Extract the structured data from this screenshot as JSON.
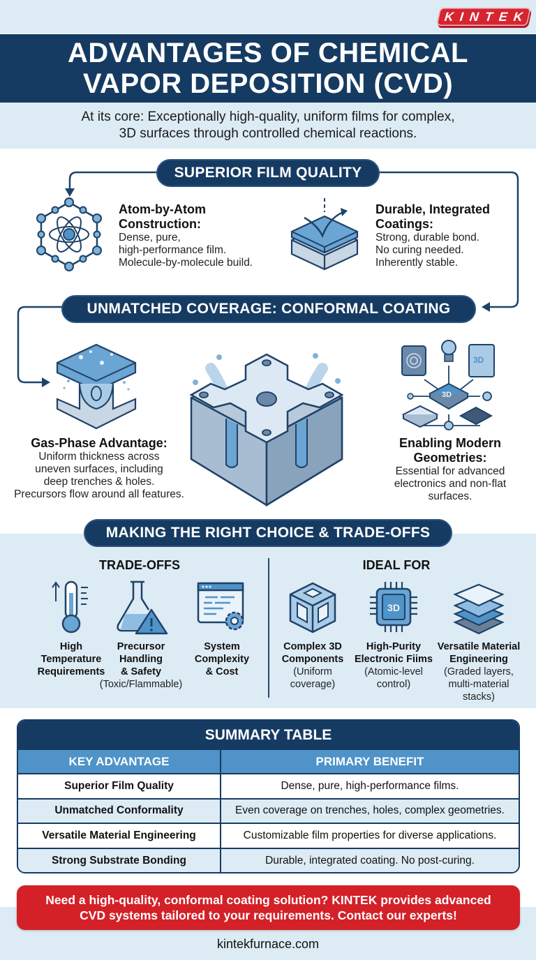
{
  "brand": {
    "logo_text": "KINTEK",
    "accent_red": "#d42027",
    "navy": "#163b63",
    "light_blue": "#dcebf4",
    "table_header_blue": "#4f93c8"
  },
  "header": {
    "title_line1": "ADVANTAGES OF CHEMICAL",
    "title_line2": "VAPOR DEPOSITION (CVD)",
    "subtitle_line1": "At its core: Exceptionally high-quality, uniform films for complex,",
    "subtitle_line2": "3D surfaces through controlled chemical reactions."
  },
  "section1": {
    "pill": "SUPERIOR FILM QUALITY",
    "features": [
      {
        "icon": "atom-lattice-icon",
        "title_line1": "Atom-by-Atom",
        "title_line2": "Construction:",
        "body": [
          "Dense, pure,",
          "high-performance film.",
          "Molecule-by-molecule build."
        ]
      },
      {
        "icon": "layered-coating-icon",
        "title_line1": "Durable, Integrated",
        "title_line2": "Coatings:",
        "body": [
          "Strong, durable bond.",
          "No curing needed.",
          "Inherently stable."
        ]
      }
    ]
  },
  "section2": {
    "pill": "UNMATCHED COVERAGE: CONFORMAL COATING",
    "features": [
      {
        "icon": "gas-flow-trench-icon",
        "title": "Gas-Phase Advantage:",
        "body": [
          "Uniform thickness across",
          "uneven surfaces, including",
          "deep trenches & holes.",
          "Precursors flow around all features."
        ]
      },
      {
        "icon": "conformal-3d-block-icon"
      },
      {
        "icon": "electronics-network-icon",
        "title_line1": "Enabling Modern",
        "title_line2": "Geometries:",
        "body": [
          "Essential for advanced",
          "electronics and non-flat",
          "surfaces."
        ]
      }
    ]
  },
  "section3": {
    "pill": "MAKING THE RIGHT CHOICE & TRADE-OFFS",
    "tradeoffs": {
      "heading": "TRADE-OFFS",
      "items": [
        {
          "icon": "thermometer-icon",
          "lines": [
            "High",
            "Temperature",
            "Requirements"
          ],
          "sub": ""
        },
        {
          "icon": "flask-warning-icon",
          "lines": [
            "Precursor",
            "Handling",
            "& Safety"
          ],
          "sub": "(Toxic/Flammable)"
        },
        {
          "icon": "window-gear-icon",
          "lines": [
            "System",
            "Complexity",
            "& Cost"
          ],
          "sub": ""
        }
      ]
    },
    "ideal_for": {
      "heading": "IDEAL FOR",
      "items": [
        {
          "icon": "3d-cube-icon",
          "lines": [
            "Complex 3D",
            "Components"
          ],
          "sub": [
            "(Uniform",
            "coverage)"
          ]
        },
        {
          "icon": "3d-chip-icon",
          "lines": [
            "High-Purity",
            "Electronic Fiims"
          ],
          "sub": [
            "(Atomic-level",
            "control)"
          ],
          "chip_label": "3D"
        },
        {
          "icon": "layers-stack-icon",
          "lines": [
            "Versatile Material",
            "Engineering"
          ],
          "sub": [
            "(Graded layers,",
            "multi-material",
            "stacks)"
          ]
        }
      ]
    }
  },
  "summary_table": {
    "title": "SUMMARY TABLE",
    "columns": [
      "KEY ADVANTAGE",
      "PRIMARY BENEFIT"
    ],
    "rows": [
      [
        "Superior Film Quality",
        "Dense, pure, high-performance films."
      ],
      [
        "Unmatched Conformality",
        "Even coverage on trenches, holes, complex geometries."
      ],
      [
        "Versatile Material Engineering",
        "Customizable film properties for diverse applications."
      ],
      [
        "Strong Substrate Bonding",
        "Durable, integrated coating. No post-curing."
      ]
    ]
  },
  "cta": {
    "line1": "Need a high-quality, conformal coating solution? KINTEK provides advanced",
    "line2": "CVD systems tailored to your requirements. Contact our experts!"
  },
  "footer": {
    "website": "kintekfurnace.com"
  }
}
